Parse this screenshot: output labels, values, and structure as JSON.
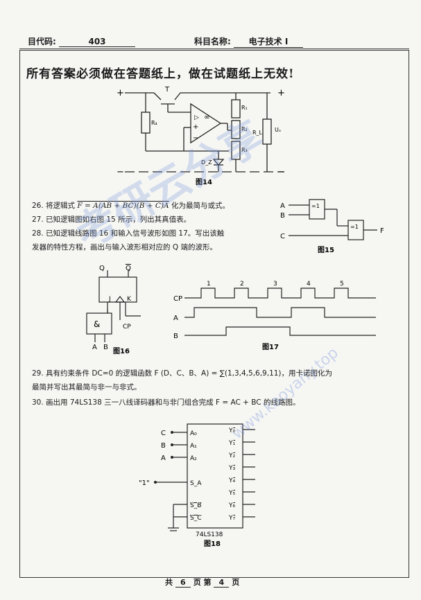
{
  "header": {
    "code_label": "目代码:",
    "code_value": "403",
    "subject_label": "科目名称:",
    "subject_value": "电子技术 I"
  },
  "notice": "所有答案必须做在答题纸上，做在试题纸上无效!",
  "fig14": {
    "caption": "图14",
    "labels": {
      "T": "T",
      "R4": "R₄",
      "R1": "R₁",
      "R2": "R₂",
      "R3": "R₃",
      "RL": "R_L",
      "Uo": "Uₒ",
      "DZ": "D_Z",
      "plus": "+",
      "minus": "−",
      "inf": "∞",
      "tri": "▷",
      "op_plus": "+",
      "op_minus": "−"
    }
  },
  "questions": {
    "q26_prefix": "26.  将逻辑式",
    "q26_formula": "F = A(AB + BC)(B + C)A",
    "q26_suffix": "化为最简与或式。",
    "q27": "27.  已知逻辑图如右图 15 所示，列出其真值表。",
    "q28_line1": "28.  已知逻辑线路图 16 和输入信号波形如图 17。写出该触",
    "q28_line2": "发器的特性方程，画出与输入波形相对应的 Q 端的波形。",
    "q29_line1": "29.  具有约束条件 DC=0 的逻辑函数 F (D、C、B、A) = ∑(1,3,4,5,6,9,11)，用卡诺图化为",
    "q29_line2": "最简并写出其最简与非一与非式。",
    "q30": "30.  画出用 74LS138 三一八线译码器和与非门组合完成 F = AC + BC 的线路图。"
  },
  "fig15": {
    "caption": "图15",
    "A": "A",
    "B": "B",
    "C": "C",
    "F": "F",
    "gate": "=1"
  },
  "fig16": {
    "caption": "图16",
    "Q": "Q",
    "Qbar": "Q",
    "J": "J",
    "K": "K",
    "and": "&",
    "CP": "CP",
    "A": "A",
    "B": "B"
  },
  "fig17": {
    "caption": "图17",
    "CP": "CP",
    "A": "A",
    "B": "B",
    "pulses": [
      "1",
      "2",
      "3",
      "4",
      "5"
    ]
  },
  "fig18": {
    "caption": "图18",
    "chip": "74LS138",
    "in_labels": [
      "C",
      "B",
      "A"
    ],
    "pins_left": [
      "A₀",
      "A₁",
      "A₂",
      "S_A",
      "S_B",
      "S_C"
    ],
    "one_label": "\"1\"",
    "outputs": [
      "Y₀",
      "Y₁",
      "Y₂",
      "Y₃",
      "Y₄",
      "Y₅",
      "Y₆",
      "Y₇"
    ]
  },
  "footer": {
    "prefix": "共",
    "total": "6",
    "mid": "页  第",
    "page": "4",
    "suffix": "页"
  },
  "watermark": {
    "cn": "考研云分享",
    "url": "www.kaoyany.top"
  }
}
